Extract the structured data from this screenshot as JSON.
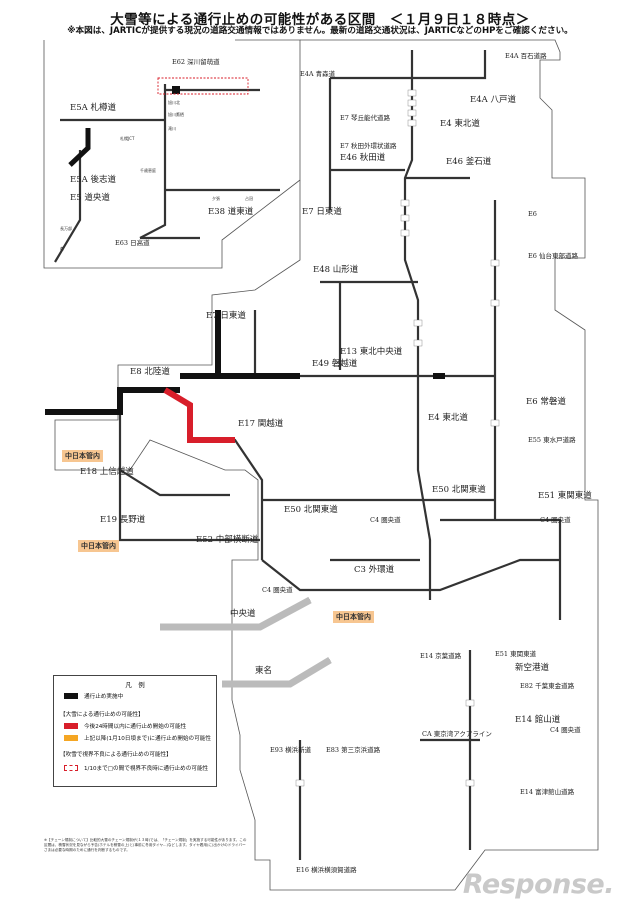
{
  "header": {
    "title": "大雪等による通行止めの可能性がある区間　＜１月９日１８時点＞",
    "subtitle": "※本図は、JARTICが提供する現況の道路交通情報ではありません。最新の道路交通状況は、JARTICなどのHPをご確認ください。"
  },
  "colors": {
    "closed": "#111111",
    "likely_24h": "#d81e2a",
    "possible_10th": "#f5a623",
    "chain_dashed": "#d81e2a",
    "badge": "#f7c691"
  },
  "hokkaido_routes": [
    "E5A 札樽道",
    "E5A 後志道",
    "E5 道央道",
    "E38 道東道",
    "E63 日高道",
    "E62 深川留萌道"
  ],
  "routes": [
    "E4A 百石道路",
    "E4A 八戸道",
    "E4A 青森道",
    "E4 東北道",
    "E7 琴丘能代道路",
    "E7 秋田外環状道路",
    "E46 秋田道",
    "E46 釜石道",
    "E7 日東道",
    "E6",
    "E6 仙台東部道路",
    "E48 山形道",
    "E7 日東道",
    "E13 東北中央道",
    "E49 磐越道",
    "E8 北陸道",
    "E17 関越道",
    "E4 東北道",
    "E6 常磐道",
    "E18 上信越道",
    "E50 北関東道",
    "E55 東水戸道路",
    "E51 東関東道",
    "E19 長野道",
    "E52 中部横断道",
    "E50 北関東道",
    "C4 圏央道",
    "C3 外環道",
    "C4 圏央道",
    "C4 圏央道",
    "E14 京葉道路",
    "E51 東関東道",
    "新空港道",
    "E82 千葉東金道路",
    "E14 館山道",
    "C4 圏央道",
    "CA 東京湾アクアライン",
    "E93 横浜新道",
    "E83 第三京浜道路",
    "E14 富津館山道路",
    "E16 横浜横須賀道路"
  ],
  "region_labels": [
    "中央道",
    "東名"
  ],
  "badges": [
    "中日本管内",
    "中日本管内",
    "中日本管内"
  ],
  "legend": {
    "title": "凡　例",
    "closed": "通行止め実施中",
    "section_snow": "【大雪による通行止めの可能性】",
    "likely_24h": "今後24時間以内に通行止め開始の可能性",
    "possible_10th": "上記以降(1月10日頃まで)に通行止め開始の可能性",
    "section_wind": "【吹雪で視界不良による通行止めの可能性】",
    "chain": "1/10まで□の間で視界不良時に通行止めの可能性"
  },
  "footnote": "※【チェーン規制について】比較的大雪のチェーン規制が(１３時)では、「チェーン規制」を実施する可能性があります。この区間は、積雪状況を見ながら予告(ホテルを積雪の上)と(事前に冬用タイヤ...)などします。タイヤ着用(に)出かけのドライバーさまは必要な時期のために通行を判断するものです。",
  "watermark": "Response."
}
